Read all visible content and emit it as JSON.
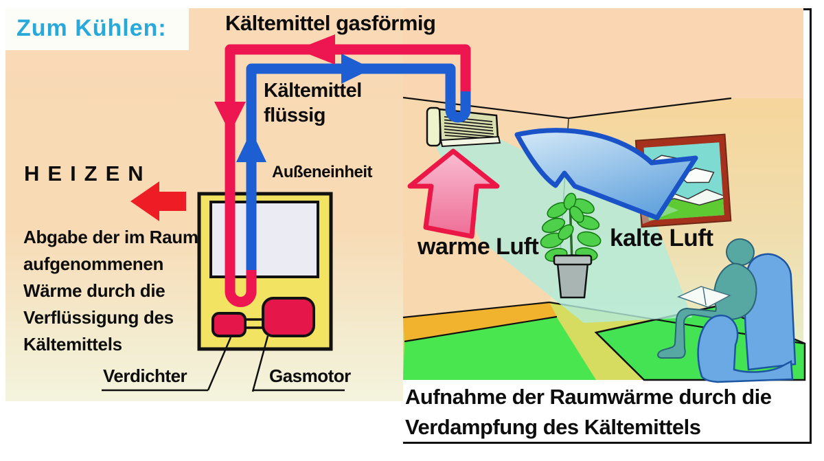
{
  "cooling": {
    "title": "Zum Kühlen:"
  },
  "pipes": {
    "gas_label": "Kältemittel gasförmig",
    "liquid_label": "Kältemittel\nflüssig"
  },
  "heating": {
    "title": "HEIZEN",
    "description": "Abgabe der im Raum\naufgenommenen\nWärme durch die\nVerflüssigung des\nKältemittels"
  },
  "outdoor_unit": {
    "label": "Außeneinheit",
    "compressor_label": "Verdichter",
    "motor_label": "Gasmotor"
  },
  "room": {
    "warm_air_label": "warme Luft",
    "cold_air_label": "kalte Luft",
    "caption": "Aufnahme der Raumwärme durch die\nVerdampfung des Kältemittels"
  },
  "colors": {
    "title_cyan": "#29a9d9",
    "refrigerant_hot_red": "#ed1651",
    "refrigerant_cold_blue": "#1d5ed2",
    "heizen_arrow_red": "#ee1c25",
    "unit_yellow": "#f2e363",
    "warm_arrow_pink": "#f07ba4",
    "cold_arrow_blue": "#66a5de",
    "floor_green": "#49e64f",
    "wall_peach": "#f8d8ae"
  }
}
